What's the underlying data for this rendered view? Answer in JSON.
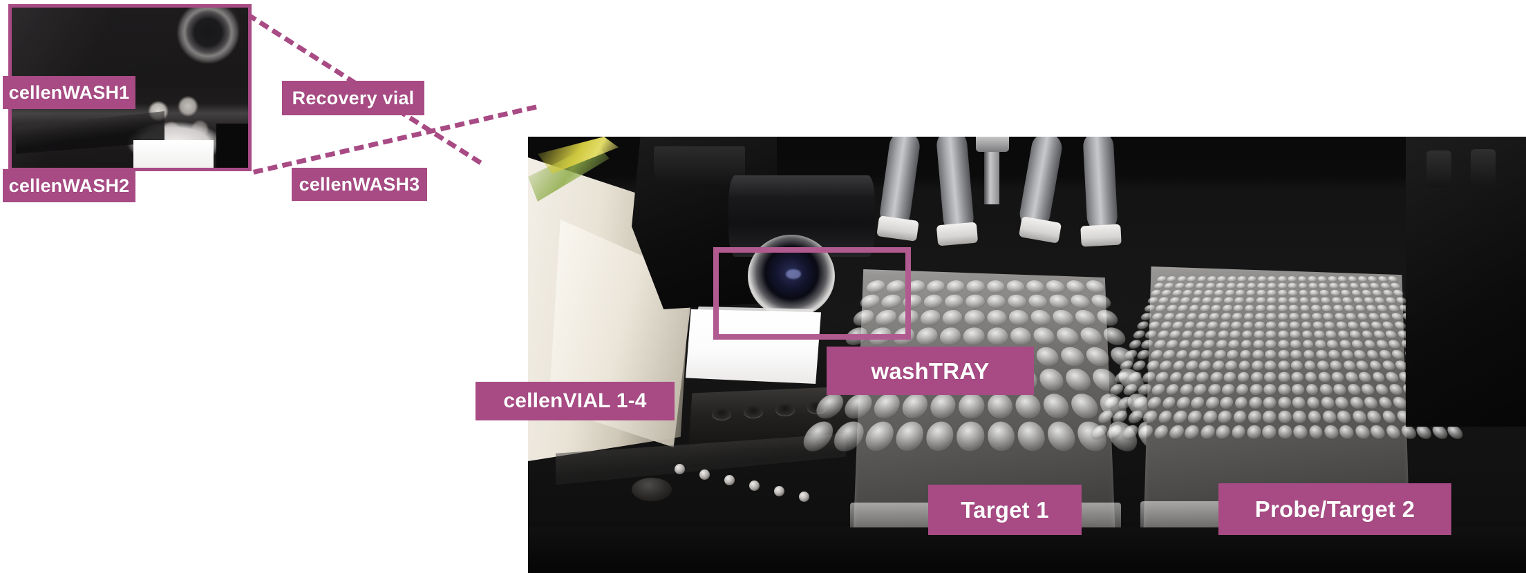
{
  "figure": {
    "kind": "annotated-instrument-photo",
    "accent_color": "#a84a84",
    "highlight_border_color": "#b05a90",
    "background_color": "#ffffff"
  },
  "inset": {
    "name": "magnified-crop",
    "description": "Magnified view of the wash station and recovery vial area",
    "border_color": "#a84a84",
    "labels": [
      {
        "id": "cellenwash1",
        "text": "cellenWASH1"
      },
      {
        "id": "cellenwash2",
        "text": "cellenWASH2"
      },
      {
        "id": "recovery_vial",
        "text": "Recovery vial"
      },
      {
        "id": "cellenwash3",
        "text": "cellenWASH3"
      }
    ]
  },
  "connectors": [
    {
      "id": "dash-top",
      "style": "dashed",
      "color": "#a84a84"
    },
    {
      "id": "dash-bottom",
      "style": "dashed",
      "color": "#a84a84"
    }
  ],
  "photo": {
    "name": "instrument-deck-photo",
    "description": "Instrument deck with camera, vial rail, wash tray and two microplates",
    "labels": [
      {
        "id": "cellenvial",
        "text": "cellenVIAL 1-4"
      },
      {
        "id": "washtray",
        "text": "washTRAY"
      },
      {
        "id": "target1",
        "text": "Target 1"
      },
      {
        "id": "probe_target2",
        "text": "Probe/Target 2"
      }
    ],
    "highlight": {
      "id": "washtray-highlight",
      "shape": "rectangle"
    }
  }
}
